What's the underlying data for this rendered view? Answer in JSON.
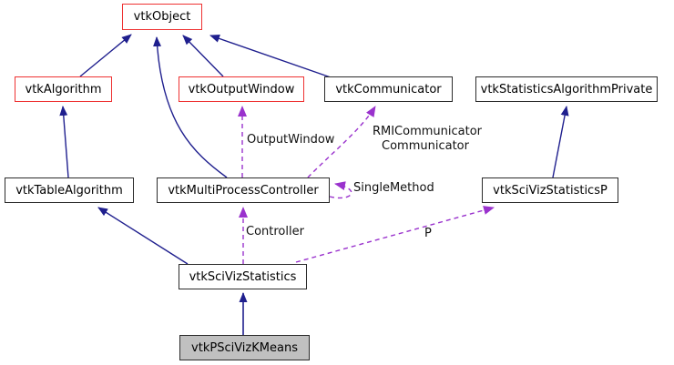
{
  "diagram": {
    "type": "class-collaboration-graph",
    "colors": {
      "background": "#ffffff",
      "inheritance_arrow": "#1f1f8e",
      "usage_arrow": "#9a32cd",
      "highlight_box_border": "#ee3232",
      "plain_box_border": "#2b2b2b",
      "current_box_fill": "#c0c0c0",
      "box_fill": "#ffffff"
    },
    "nodes": [
      {
        "label": "vtkObject",
        "style": "red"
      },
      {
        "label": "vtkAlgorithm",
        "style": "red"
      },
      {
        "label": "vtkOutputWindow",
        "style": "red"
      },
      {
        "label": "vtkCommunicator",
        "style": "plain"
      },
      {
        "label": "vtkStatisticsAlgorithmPrivate",
        "style": "plain"
      },
      {
        "label": "vtkTableAlgorithm",
        "style": "plain"
      },
      {
        "label": "vtkMultiProcessController",
        "style": "plain"
      },
      {
        "label": "vtkSciVizStatisticsP",
        "style": "plain"
      },
      {
        "label": "vtkSciVizStatistics",
        "style": "plain"
      },
      {
        "label": "vtkPSciVizKMeans",
        "style": "current"
      }
    ],
    "edge_labels": {
      "output_window": "OutputWindow",
      "rmi_communicator": "RMICommunicator",
      "communicator": "Communicator",
      "single_method": "SingleMethod",
      "controller": "Controller",
      "p": "P"
    },
    "edges": [
      {
        "from": "vtkAlgorithm",
        "to": "vtkObject",
        "kind": "inheritance"
      },
      {
        "from": "vtkMultiProcessController",
        "to": "vtkObject",
        "kind": "inheritance"
      },
      {
        "from": "vtkOutputWindow",
        "to": "vtkObject",
        "kind": "inheritance"
      },
      {
        "from": "vtkCommunicator",
        "to": "vtkObject",
        "kind": "inheritance"
      },
      {
        "from": "vtkTableAlgorithm",
        "to": "vtkAlgorithm",
        "kind": "inheritance"
      },
      {
        "from": "vtkSciVizStatisticsP",
        "to": "vtkStatisticsAlgorithmPrivate",
        "kind": "inheritance"
      },
      {
        "from": "vtkSciVizStatistics",
        "to": "vtkTableAlgorithm",
        "kind": "inheritance"
      },
      {
        "from": "vtkPSciVizKMeans",
        "to": "vtkSciVizStatistics",
        "kind": "inheritance"
      },
      {
        "from": "vtkMultiProcessController",
        "to": "vtkOutputWindow",
        "kind": "usage",
        "label": "OutputWindow"
      },
      {
        "from": "vtkMultiProcessController",
        "to": "vtkCommunicator",
        "kind": "usage",
        "label": "RMICommunicator Communicator"
      },
      {
        "from": "vtkMultiProcessController",
        "to": "vtkMultiProcessController",
        "kind": "usage",
        "label": "SingleMethod"
      },
      {
        "from": "vtkSciVizStatistics",
        "to": "vtkMultiProcessController",
        "kind": "usage",
        "label": "Controller"
      },
      {
        "from": "vtkSciVizStatistics",
        "to": "vtkSciVizStatisticsP",
        "kind": "usage",
        "label": "P"
      }
    ]
  }
}
